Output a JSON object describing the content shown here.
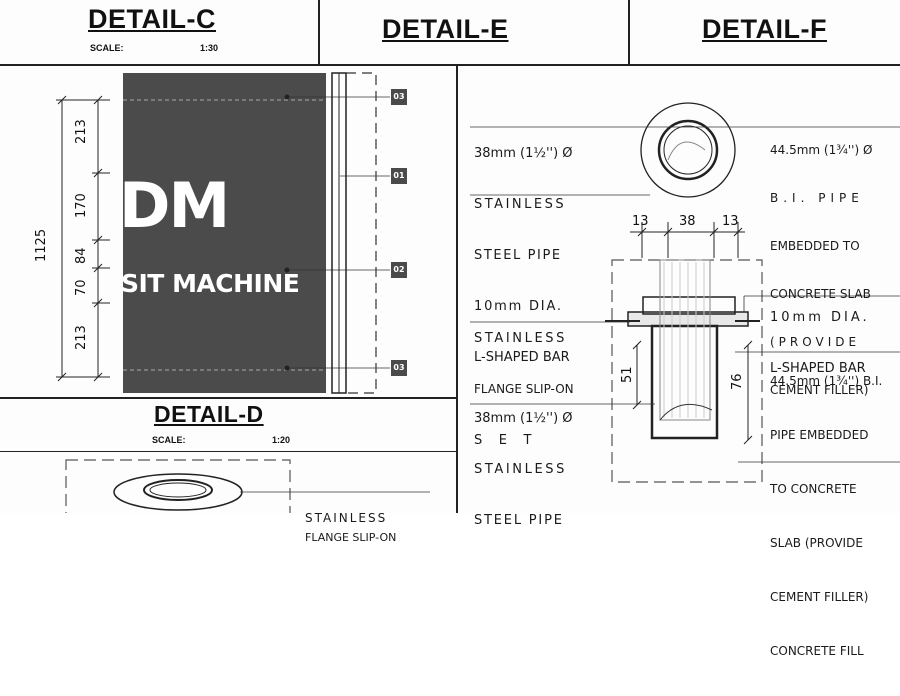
{
  "detail_c": {
    "title": "DETAIL-C",
    "scale_label": "SCALE:",
    "scale_value": "1:30",
    "screen_text_large": "DM",
    "screen_text_small": "SIT MACHINE",
    "total_dim": "1125",
    "dims": [
      "213",
      "170",
      "84",
      "70",
      "213"
    ],
    "badges": [
      "03",
      "01",
      "02",
      "03"
    ]
  },
  "detail_d": {
    "title": "DETAIL-D",
    "scale_label": "SCALE:",
    "scale_value": "1:20",
    "label_line1": "STAINLESS",
    "label_line2": "FLANGE SLIP-ON"
  },
  "detail_e": {
    "title": "DETAIL-E"
  },
  "detail_f": {
    "title": "DETAIL-F",
    "top_left_labels": [
      "38mm (1½'') Ø",
      "STAINLESS",
      "STEEL PIPE",
      "10mm DIA.",
      "L-SHAPED BAR"
    ],
    "top_right_labels": [
      "44.5mm (1¾'') Ø",
      "B.I. PIPE",
      "EMBEDDED TO",
      "CONCRETE SLAB",
      "(PROVIDE",
      "CEMENT FILLER)"
    ],
    "dims_top": [
      "13",
      "38",
      "13"
    ],
    "dim_left": "51",
    "dim_right": "76",
    "section_left_labels_1": [
      "STAINLESS",
      "FLANGE SLIP-ON",
      "S    E    T"
    ],
    "section_left_labels_2": [
      "38mm (1½'') Ø",
      "STAINLESS",
      "STEEL PIPE"
    ],
    "section_right_labels_1": [
      "10mm DIA.",
      "L-SHAPED BAR"
    ],
    "section_right_labels_2": [
      "44.5mm (1¾'') B.I.",
      "PIPE EMBEDDED",
      "TO CONCRETE",
      "SLAB (PROVIDE",
      "CEMENT FILLER)",
      "CONCRETE FILL"
    ]
  }
}
